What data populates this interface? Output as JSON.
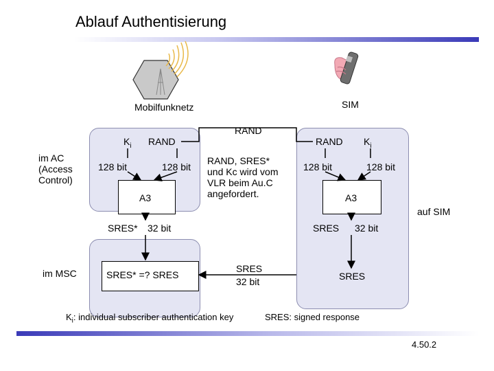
{
  "title": "Ablauf Authentisierung",
  "network": {
    "label": "Mobilfunknetz",
    "ki": "K",
    "ki_sub": "i",
    "rand": "RAND",
    "bits_left": "128 bit",
    "bits_right": "128 bit",
    "algo": "A3",
    "ac_label": "im AC\n(Access\nControl)",
    "sres_star_label": "SRES*",
    "sres_star_bits": "32 bit",
    "msc_label": "im MSC",
    "compare": "SRES* =? SRES"
  },
  "middle": {
    "rand": "RAND",
    "request": "RAND, SRES*\nund Kc wird vom\nVLR beim Au.C\nangefordert.",
    "sres": "SRES",
    "sres_bits": "32 bit"
  },
  "sim": {
    "label": "SIM",
    "rand": "RAND",
    "ki": "K",
    "ki_sub": "i",
    "bits_left": "128 bit",
    "bits_right": "128 bit",
    "algo": "A3",
    "on_sim": "auf SIM",
    "sres": "SRES",
    "sres_bits": "32 bit",
    "sres_out": "SRES"
  },
  "footer": {
    "ki_note_k": "K",
    "ki_note_sub": "i",
    "ki_note_text": ": individual subscriber authentication key",
    "sres_note": "SRES: signed response",
    "page": "4.50.2"
  },
  "colors": {
    "panel": "#e4e5f3",
    "panel_border": "#8c8db0",
    "accent_bar": "#3a3ab8",
    "signal": "#e9b94a",
    "hand": "#f2a9b4",
    "phone": "#6e6e6e"
  },
  "icons": [
    "antenna-tower-icon",
    "mobile-phone-icon"
  ]
}
